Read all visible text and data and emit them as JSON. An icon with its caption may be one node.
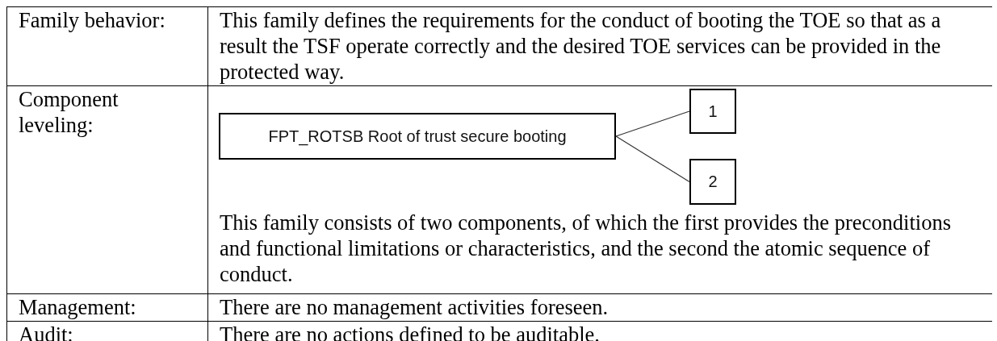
{
  "diagram": {
    "nodes": [
      {
        "text": [
          "FPT_ROTSB Root of trust secure booting"
        ]
      },
      {
        "text": [
          "1"
        ]
      },
      {
        "text": [
          "2"
        ]
      }
    ],
    "edges": [
      {
        "from": 0,
        "to": 1,
        "arrow": "none"
      },
      {
        "from": 0,
        "to": 2,
        "arrow": "none"
      }
    ],
    "labels": [
      "Family behavior:",
      "This family defines the requirements for the conduct of booting the TOE so that as a result the TSF operate correctly and the desired TOE services can be provided in the protected way.",
      "Component leveling:",
      "This family consists of two components, of which the first provides the preconditions and functional limitations or characteristics, and the second the atomic sequence of conduct.",
      "Management:",
      "There are no management activities foreseen.",
      "Audit:",
      "There are no actions defined to be auditable."
    ]
  }
}
